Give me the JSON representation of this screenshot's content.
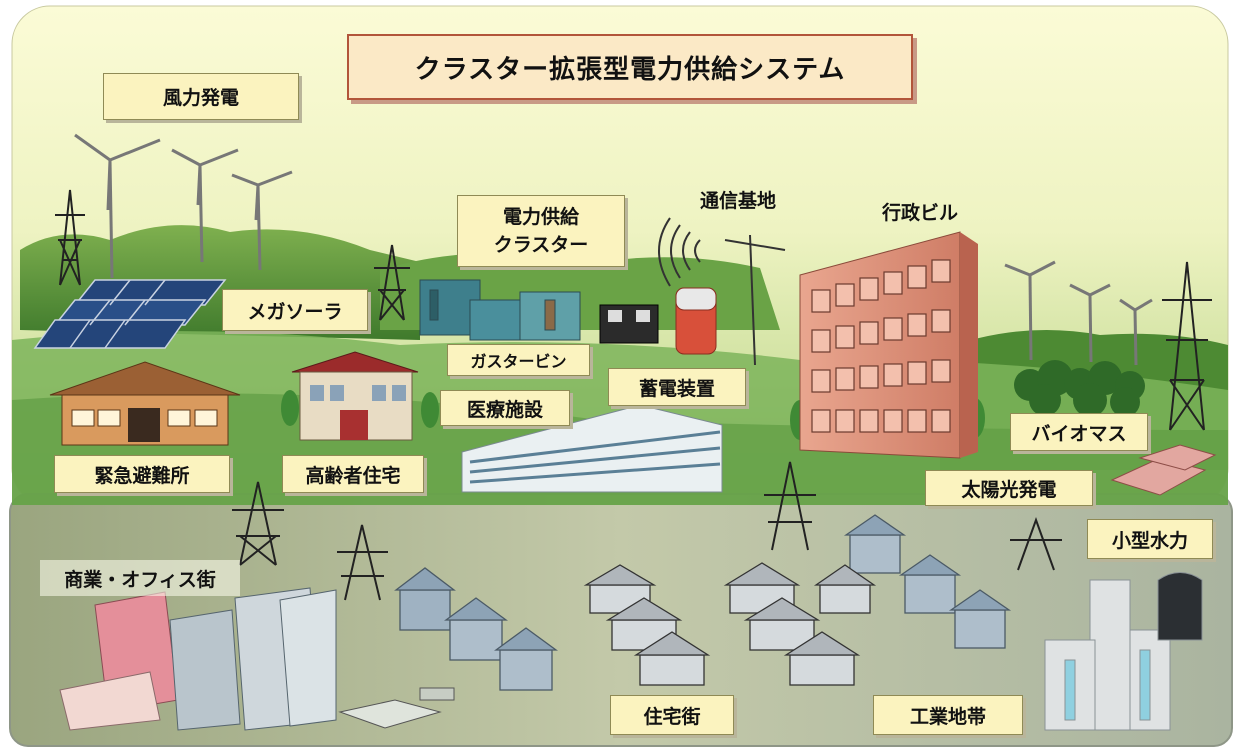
{
  "title": "クラスター拡張型電力供給システム",
  "labels": {
    "wind": "風力発電",
    "cluster_line1": "電力供給",
    "cluster_line2": "クラスター",
    "telecom": "通信基地",
    "admin": "行政ビル",
    "mega_solar": "メガソーラ",
    "gas_turbine": "ガスタービン",
    "storage": "蓄電装置",
    "medical": "医療施設",
    "shelter": "緊急避難所",
    "elderly": "高齢者住宅",
    "biomass": "バイオマス",
    "solar": "太陽光発電",
    "hydro": "小型水力",
    "commercial": "商業・オフィス街",
    "residential": "住宅街",
    "industrial": "工業地帯"
  },
  "colors": {
    "upper_panel": "#f4f6c8",
    "lower_panel": "#b9c2aa",
    "grass": "#5a8f3a",
    "title_border": "#b2553a",
    "label_fill": "#fbf3bf"
  },
  "icons": [
    "wind-turbine-icon",
    "power-tower-icon",
    "solar-panel-icon",
    "battery-icon",
    "antenna-icon",
    "building-icon",
    "house-icon",
    "factory-icon"
  ]
}
